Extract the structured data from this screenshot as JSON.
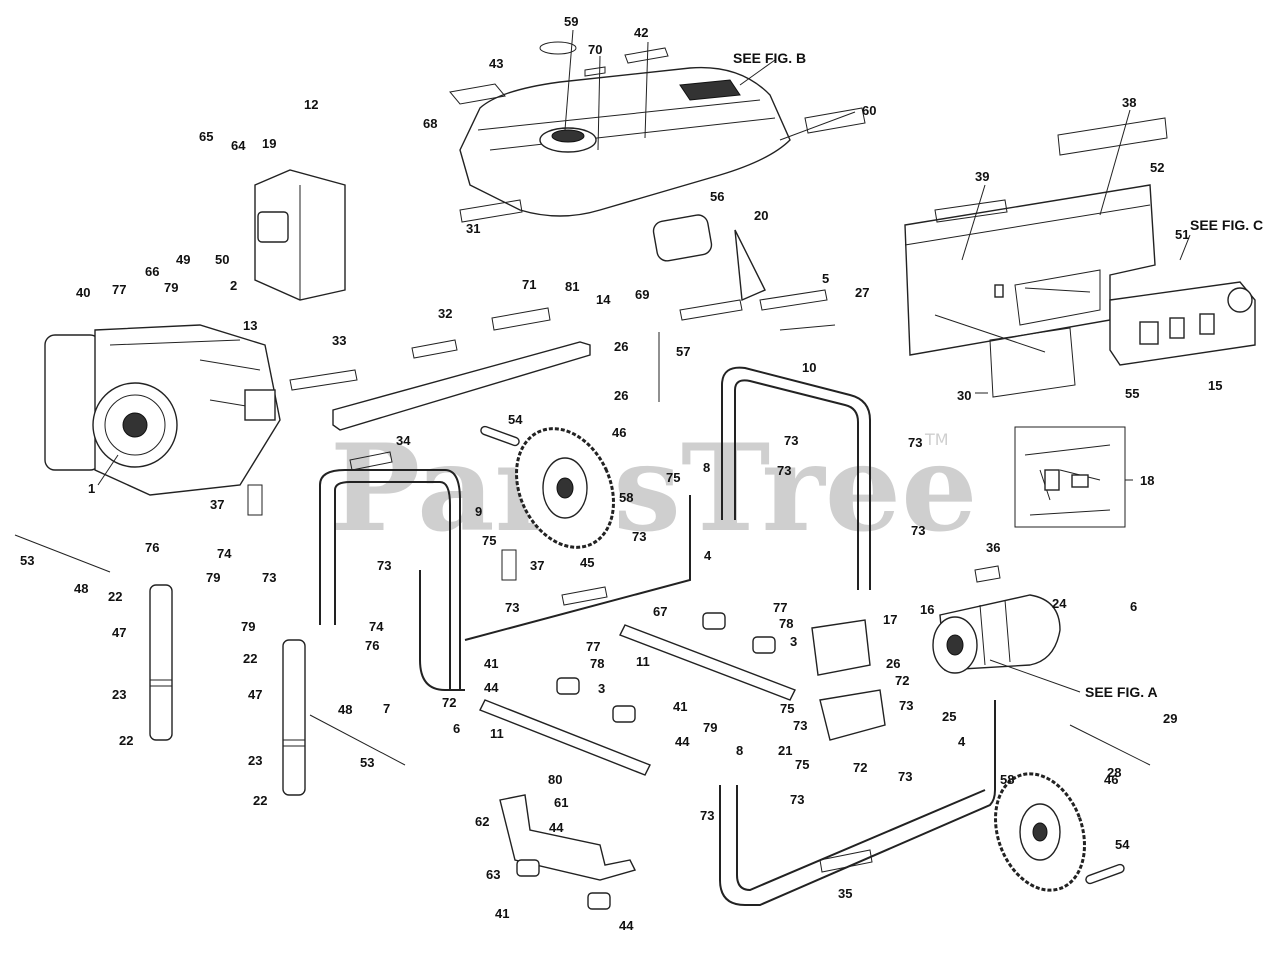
{
  "watermark": {
    "text": "PartsTree",
    "tm": "TM"
  },
  "references": {
    "fig_a": "SEE FIG. A",
    "fig_b": "SEE FIG. B",
    "fig_c": "SEE FIG. C"
  },
  "callouts": [
    "1",
    "2",
    "3",
    "3",
    "4",
    "4",
    "5",
    "7",
    "8",
    "8",
    "9",
    "10",
    "11",
    "11",
    "12",
    "13",
    "14",
    "15",
    "16",
    "17",
    "18",
    "19",
    "20",
    "21",
    "22",
    "22",
    "22",
    "22",
    "23",
    "23",
    "24",
    "25",
    "26",
    "26",
    "26",
    "27",
    "28",
    "29",
    "30",
    "31",
    "32",
    "33",
    "34",
    "35",
    "36",
    "37",
    "37",
    "38",
    "39",
    "40",
    "41",
    "41",
    "41",
    "42",
    "43",
    "44",
    "44",
    "44",
    "44",
    "45",
    "46",
    "46",
    "47",
    "47",
    "48",
    "48",
    "49",
    "50",
    "51",
    "52",
    "53",
    "53",
    "54",
    "54",
    "55",
    "56",
    "57",
    "58",
    "58",
    "59",
    "60",
    "61",
    "62",
    "63",
    "64",
    "65",
    "66",
    "67",
    "68",
    "69",
    "70",
    "71",
    "72",
    "72",
    "72",
    "73",
    "73",
    "73",
    "73",
    "73",
    "73",
    "73",
    "73",
    "73",
    "73",
    "73",
    "73",
    "73",
    "74",
    "74",
    "75",
    "75",
    "75",
    "75",
    "76",
    "76",
    "77",
    "77",
    "77",
    "78",
    "78",
    "79",
    "79",
    "79",
    "79",
    "80",
    "81",
    "6",
    "6"
  ]
}
